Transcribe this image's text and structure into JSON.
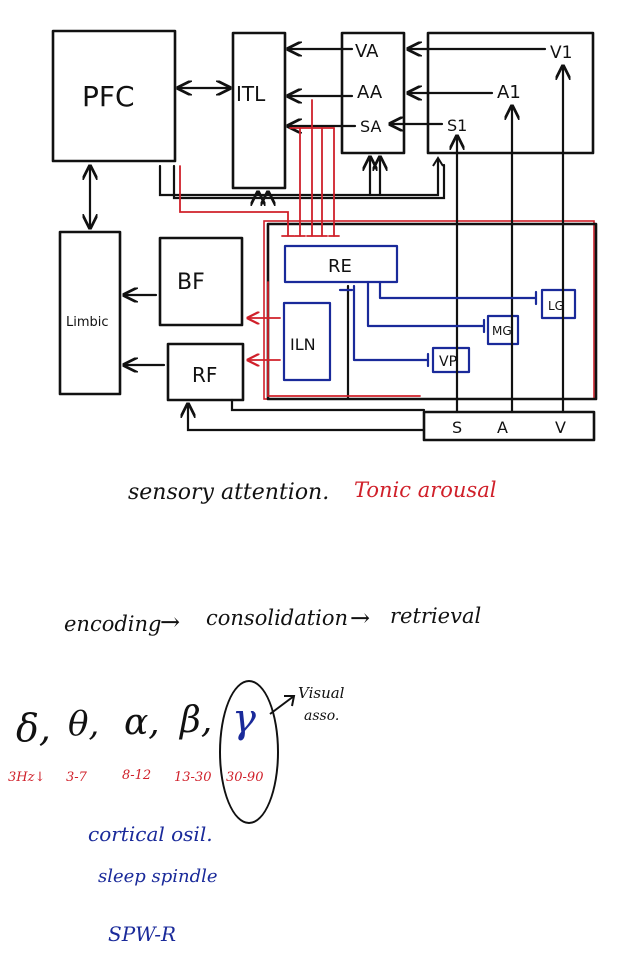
{
  "diagram": {
    "nodes": {
      "pfc": "PFC",
      "itl": "ITL",
      "va": "VA",
      "aa": "AA",
      "sa": "SA",
      "v1": "V1",
      "a1": "A1",
      "s1": "S1",
      "limbic": "Limbic",
      "bf": "BF",
      "rf": "RF",
      "re": "RE",
      "iln": "ILN",
      "lg": "LG",
      "mg": "MG",
      "vp": "VP",
      "s": "S",
      "a": "A",
      "v": "V"
    },
    "colors": {
      "ink": "#111111",
      "red": "#d0202a",
      "blue": "#1a2a9a"
    }
  },
  "notes": {
    "sensory_attention": "sensory attention.",
    "tonic_arousal": "Tonic arousal",
    "encoding": "encoding",
    "consolidation": "consolidation",
    "retrieval": "retrieval",
    "arrow": "→",
    "bands": [
      {
        "symbol": "δ,",
        "range": "3Hz↓"
      },
      {
        "symbol": "θ,",
        "range": "3-7"
      },
      {
        "symbol": "α,",
        "range": "8-12"
      },
      {
        "symbol": "β,",
        "range": "13-30"
      },
      {
        "symbol": "γ",
        "range": "30-90"
      }
    ],
    "visual_asso_line1": "Visual",
    "visual_asso_line2": "asso.",
    "cortical_osil": "cortical osil.",
    "sleep_spindle": "sleep spindle",
    "spw_r": "SPW-R"
  }
}
